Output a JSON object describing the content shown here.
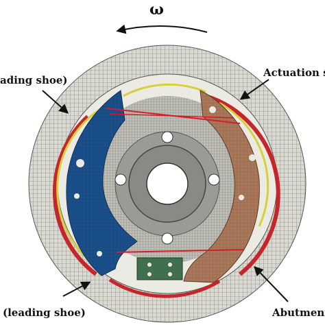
{
  "omega_symbol": "ω",
  "labels": {
    "top_left": "ading shoe)",
    "top_right": "Actuation s",
    "bottom_left": "(leading shoe)",
    "bottom_right": "Abutment"
  },
  "colors": {
    "mesh_ring": "#d9d9d2",
    "mesh_line": "#6c6c64",
    "leading_shoe": "#1b4f8a",
    "trailing_shoe": "#a9785a",
    "lining_red": "#c4262b",
    "lining_yellow": "#d7cf3a",
    "hub": "#9b9b96",
    "abutment_block": "#3f6f4c"
  }
}
